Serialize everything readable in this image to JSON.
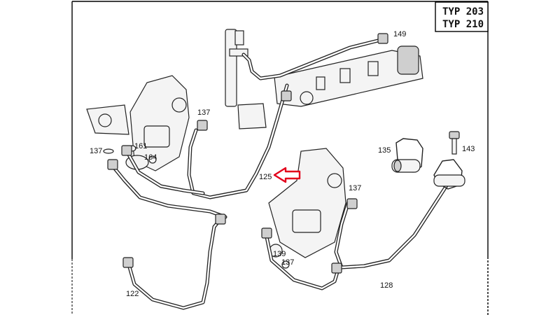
{
  "type_box": {
    "line1": "TYP 203",
    "line2": "TYP 210"
  },
  "labels": {
    "p149": "149",
    "p137_top": "137",
    "p137_left": "137",
    "p161": "161",
    "p164": "164",
    "p125": "125",
    "p137_right": "137",
    "p139": "139",
    "p137_bottom": "137",
    "p135": "135",
    "p143": "143",
    "p122": "122",
    "p128": "128"
  },
  "colors": {
    "arrow": "#e3001b",
    "line": "#222222"
  },
  "icons": {
    "pointer": "red-arrow-icon"
  }
}
